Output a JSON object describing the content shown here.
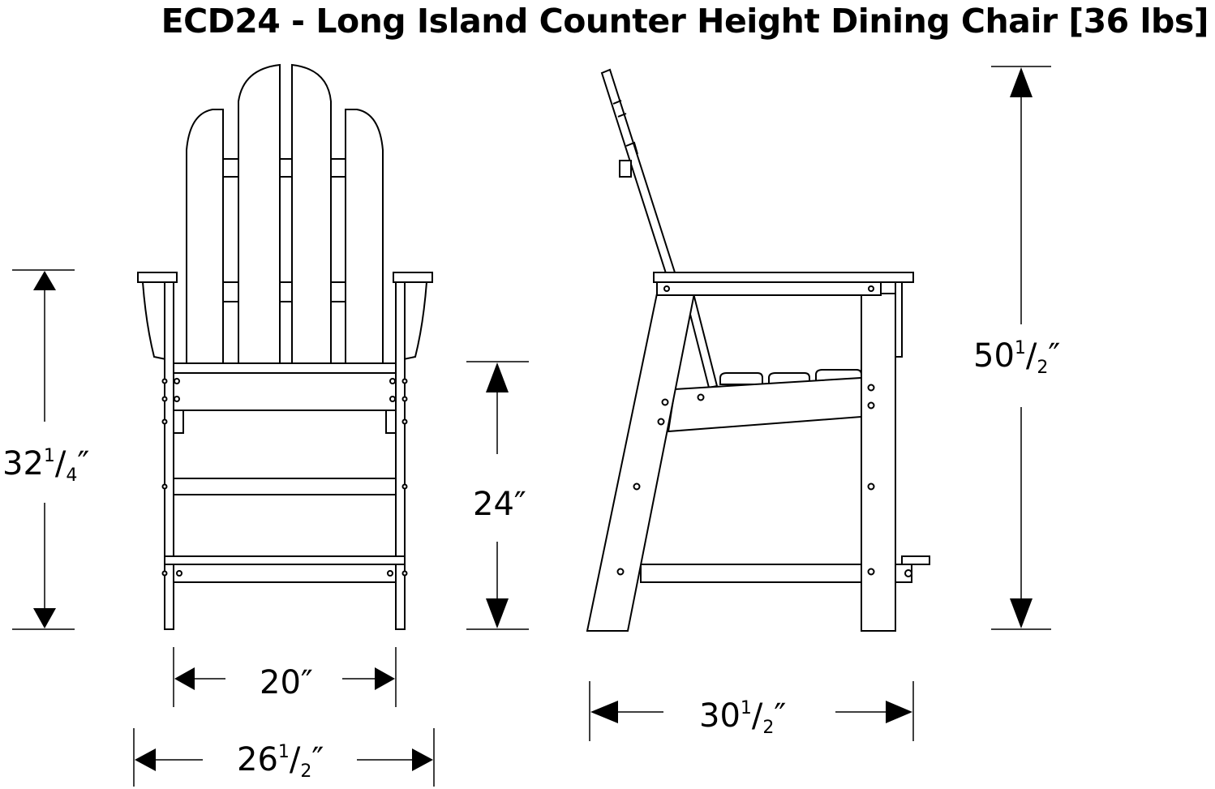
{
  "title": "ECD24 - Long Island Counter Height Dining Chair [36 lbs]",
  "dimensions": {
    "total_height_front": {
      "whole": "32",
      "num": "1",
      "den": "4",
      "unit": "″"
    },
    "seat_height": {
      "whole": "24",
      "num": "",
      "den": "",
      "unit": "″"
    },
    "total_height_side": {
      "whole": "50",
      "num": "1",
      "den": "2",
      "unit": "″"
    },
    "inner_width": {
      "whole": "20",
      "num": "",
      "den": "",
      "unit": "″"
    },
    "overall_width": {
      "whole": "26",
      "num": "1",
      "den": "2",
      "unit": "″"
    },
    "depth": {
      "whole": "30",
      "num": "1",
      "den": "2",
      "unit": "″"
    }
  }
}
